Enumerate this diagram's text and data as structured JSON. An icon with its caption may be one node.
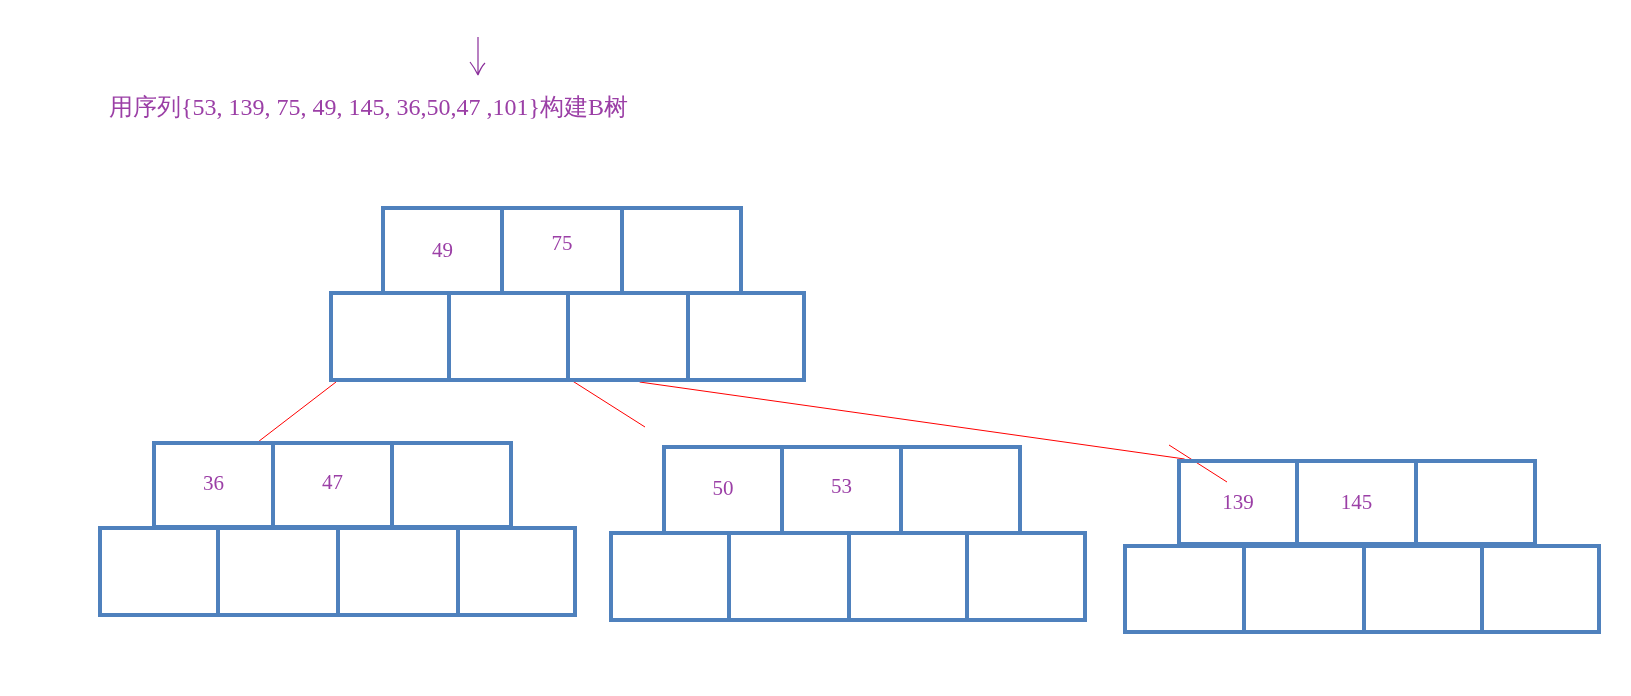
{
  "diagram": {
    "title": "用序列{53, 139, 75, 49, 145, 36,50,47 ,101}构建B树",
    "nodes": [
      {
        "text": [
          "49"
        ]
      },
      {
        "text": [
          "75"
        ]
      },
      {
        "text": [],
        "shape": "box"
      },
      {
        "text": [],
        "shape": "box"
      },
      {
        "text": [],
        "shape": "box"
      },
      {
        "text": [],
        "shape": "box"
      },
      {
        "text": [],
        "shape": "box"
      },
      {
        "text": [
          "36"
        ]
      },
      {
        "text": [
          "47"
        ]
      },
      {
        "text": [],
        "shape": "box"
      },
      {
        "text": [],
        "shape": "box"
      },
      {
        "text": [],
        "shape": "box"
      },
      {
        "text": [],
        "shape": "box"
      },
      {
        "text": [],
        "shape": "box"
      },
      {
        "text": [
          "50"
        ]
      },
      {
        "text": [
          "53"
        ]
      },
      {
        "text": [],
        "shape": "box"
      },
      {
        "text": [],
        "shape": "box"
      },
      {
        "text": [],
        "shape": "box"
      },
      {
        "text": [],
        "shape": "box"
      },
      {
        "text": [],
        "shape": "box"
      },
      {
        "text": [
          "139"
        ]
      },
      {
        "text": [
          "145"
        ]
      },
      {
        "text": [],
        "shape": "box"
      },
      {
        "text": [],
        "shape": "box"
      },
      {
        "text": [],
        "shape": "box"
      },
      {
        "text": [],
        "shape": "box"
      },
      {
        "text": [],
        "shape": "box"
      }
    ],
    "edges": [
      {
        "from": 3,
        "to": 7,
        "arrow": "none"
      },
      {
        "from": 4,
        "to": null,
        "arrow": "none"
      },
      {
        "from": 5,
        "to": 21,
        "arrow": "none"
      }
    ]
  }
}
